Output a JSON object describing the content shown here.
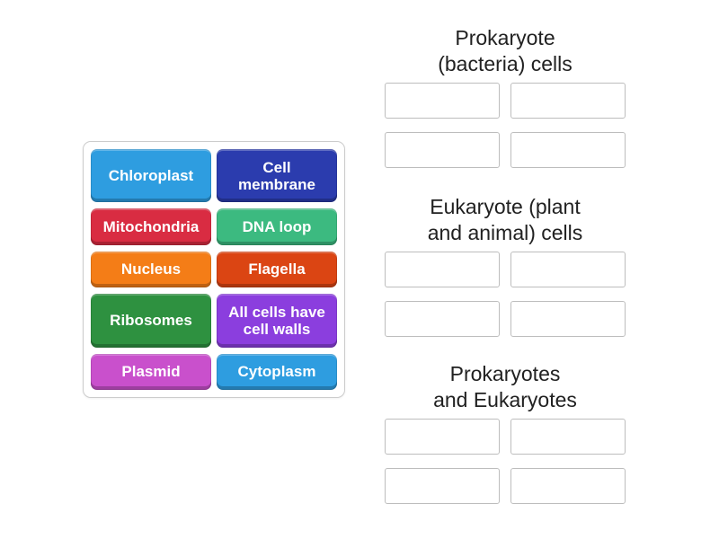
{
  "page": {
    "background_color": "#ffffff",
    "activity_type": "group-sort"
  },
  "tile_panel": {
    "tiles": [
      {
        "label": "Chloroplast",
        "lines": [
          "Chloroplast"
        ],
        "color": "#2E9DE0"
      },
      {
        "label": "Cell membrane",
        "lines": [
          "Cell",
          "membrane"
        ],
        "color": "#2B3CAE"
      },
      {
        "label": "Mitochondria",
        "lines": [
          "Mitochondria"
        ],
        "color": "#D92C42"
      },
      {
        "label": "DNA loop",
        "lines": [
          "DNA loop"
        ],
        "color": "#3CBA80"
      },
      {
        "label": "Nucleus",
        "lines": [
          "Nucleus"
        ],
        "color": "#F47D17"
      },
      {
        "label": "Flagella",
        "lines": [
          "Flagella"
        ],
        "color": "#DB4513"
      },
      {
        "label": "Ribosomes",
        "lines": [
          "Ribosomes"
        ],
        "color": "#2E9140"
      },
      {
        "label": "All cells have cell walls",
        "lines": [
          "All cells have",
          "cell walls"
        ],
        "color": "#8B3EDE"
      },
      {
        "label": "Plasmid",
        "lines": [
          "Plasmid"
        ],
        "color": "#C950CC"
      },
      {
        "label": "Cytoplasm",
        "lines": [
          "Cytoplasm"
        ],
        "color": "#2E9DE0"
      }
    ],
    "tile_text_color": "#ffffff"
  },
  "groups": [
    {
      "title": "Prokaryote (bacteria) cells",
      "title_lines": [
        "Prokaryote",
        "(bacteria) cells"
      ],
      "empty_slots": 4
    },
    {
      "title": "Eukaryote (plant and animal) cells",
      "title_lines": [
        "Eukaryote (plant",
        "and animal) cells"
      ],
      "empty_slots": 4
    },
    {
      "title": "Prokaryotes and Eukaryotes",
      "title_lines": [
        "Prokaryotes",
        "and Eukaryotes"
      ],
      "empty_slots": 4
    }
  ],
  "colors": {
    "panel_border": "#cccccc",
    "slot_border": "#bdbdbd",
    "title_text": "#212121"
  }
}
